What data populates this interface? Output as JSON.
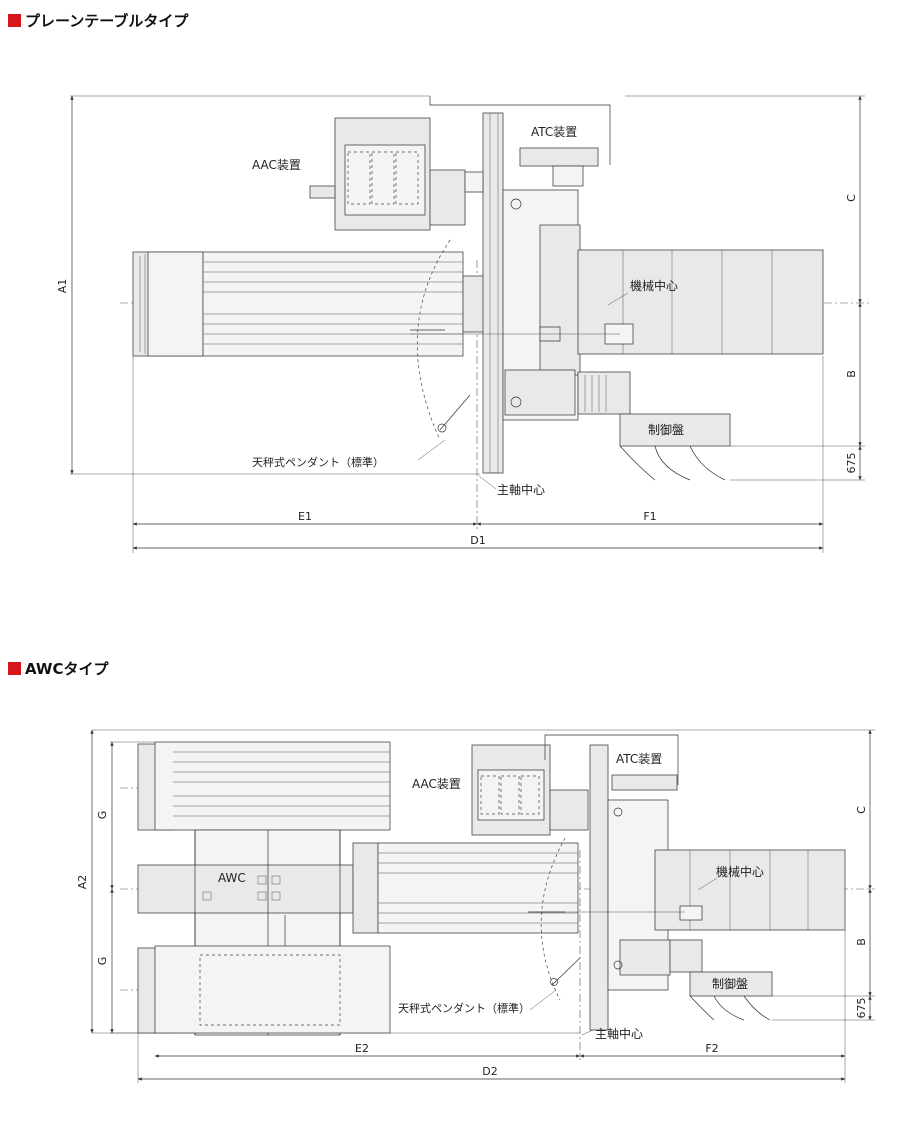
{
  "sections": [
    {
      "title": "プレーンテーブルタイプ"
    },
    {
      "title": "AWCタイプ"
    }
  ],
  "plain": {
    "aac": "AAC装置",
    "atc": "ATC装置",
    "machine_center": "機械中心",
    "control_panel": "制御盤",
    "pendant": "天秤式ペンダント（標準）",
    "spindle_center": "主軸中心",
    "dims": {
      "a": "A1",
      "b": "B",
      "c": "C",
      "h": "675",
      "e": "E1",
      "f": "F1",
      "d": "D1"
    }
  },
  "awc": {
    "aac": "AAC装置",
    "atc": "ATC装置",
    "machine_center": "機械中心",
    "control_panel": "制御盤",
    "pendant": "天秤式ペンダント（標準）",
    "spindle_center": "主軸中心",
    "awc": "AWC",
    "dims": {
      "a": "A2",
      "b": "B",
      "c": "C",
      "h": "675",
      "e": "E2",
      "f": "F2",
      "d": "D2",
      "g1": "G",
      "g2": "G"
    }
  }
}
